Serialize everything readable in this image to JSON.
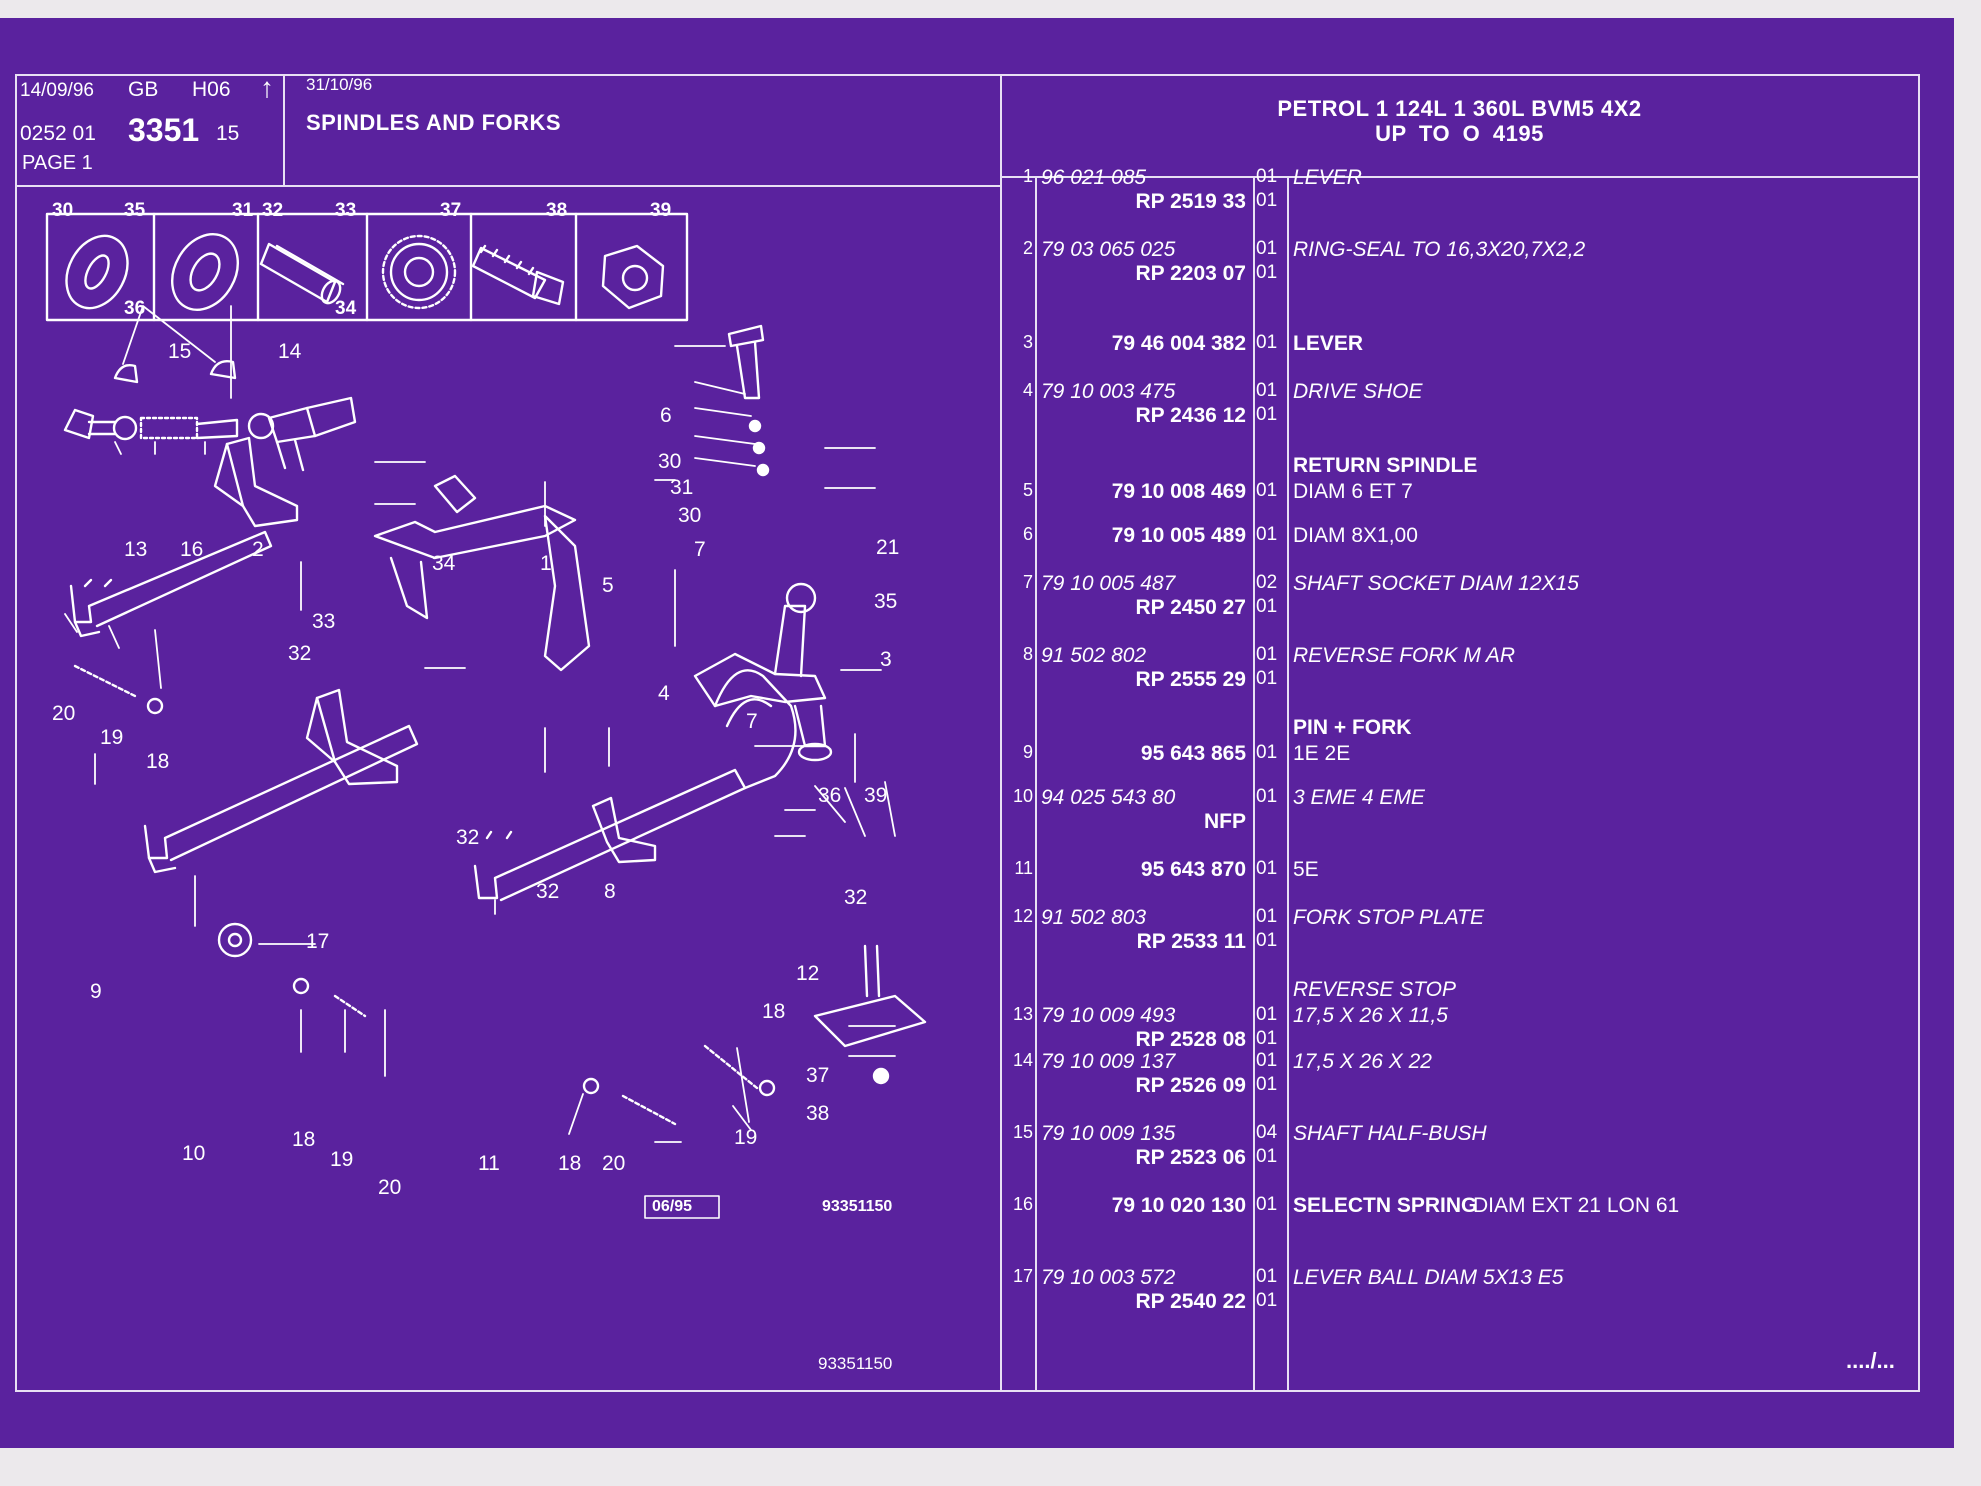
{
  "header": {
    "date1": "14/09/96",
    "lang": "GB",
    "code": "H06",
    "arrow": "↑",
    "date2": "31/10/96",
    "ref_a": "0252 01",
    "ref_b": "3351",
    "ref_c": "15",
    "page": "PAGE 1",
    "title": "SPINDLES AND FORKS",
    "right_line1": "PETROL 1 124L 1 360L BVM5 4X2",
    "right_line2": "UP TO O 4195"
  },
  "fastener_labels": [
    "30",
    "35",
    "36",
    "31",
    "32",
    "33",
    "34",
    "37",
    "38",
    "39"
  ],
  "callouts": [
    "15",
    "14",
    "13",
    "16",
    "2",
    "6",
    "30",
    "31",
    "30",
    "7",
    "21",
    "35",
    "34",
    "1",
    "33",
    "5",
    "4",
    "3",
    "32",
    "20",
    "19",
    "18",
    "7",
    "36",
    "39",
    "32",
    "17",
    "9",
    "32",
    "8",
    "32",
    "12",
    "18",
    "37",
    "38",
    "10",
    "18",
    "19",
    "20",
    "11",
    "18",
    "20",
    "19"
  ],
  "diagram_stamp": "06/95",
  "diagram_ref": "93351150",
  "footer_ref": "93351150",
  "continue_mark": "..../...",
  "rows": [
    {
      "n": "1",
      "ref": "96 021 085",
      "ref2": "RP 2519 33",
      "q": "01",
      "q2": "01",
      "des": "LEVER",
      "style": "i"
    },
    {
      "n": "2",
      "ref": "79 03 065 025",
      "ref2": "RP 2203 07",
      "q": "01",
      "q2": "01",
      "des": "RING-SEAL TO 16,3X20,7X2,2",
      "style": "i"
    },
    {
      "n": "3",
      "ref": "",
      "ref2": "79 46 004 382",
      "q": "01",
      "q2": "",
      "des": "LEVER",
      "style": "b"
    },
    {
      "n": "4",
      "ref": "79 10 003 475",
      "ref2": "RP 2436 12",
      "q": "01",
      "q2": "01",
      "des": "DRIVE SHOE",
      "style": "i"
    },
    {
      "n": "5",
      "ref": "",
      "ref2": "79 10 008 469",
      "q": "01",
      "q2": "",
      "head": "RETURN SPINDLE",
      "des": "DIAM 6 ET 7",
      "style": "n"
    },
    {
      "n": "6",
      "ref": "",
      "ref2": "79 10 005 489",
      "q": "01",
      "q2": "",
      "des": "DIAM 8X1,00",
      "style": "n"
    },
    {
      "n": "7",
      "ref": "79 10 005 487",
      "ref2": "RP 2450 27",
      "q": "02",
      "q2": "01",
      "des": "SHAFT SOCKET DIAM 12X15",
      "style": "i"
    },
    {
      "n": "8",
      "ref": "91 502 802",
      "ref2": "RP 2555 29",
      "q": "01",
      "q2": "01",
      "des": "REVERSE FORK M AR",
      "style": "i"
    },
    {
      "n": "9",
      "ref": "",
      "ref2": "95 643 865",
      "q": "01",
      "q2": "",
      "head": "PIN + FORK",
      "des": "1E 2E",
      "style": "n"
    },
    {
      "n": "10",
      "ref": "94 025 543 80",
      "ref2": "NFP",
      "q": "01",
      "q2": "",
      "des": "3 EME 4 EME",
      "style": "i"
    },
    {
      "n": "11",
      "ref": "",
      "ref2": "95 643 870",
      "q": "01",
      "q2": "",
      "des": "5E",
      "style": "n"
    },
    {
      "n": "12",
      "ref": "91 502 803",
      "ref2": "RP 2533 11",
      "q": "01",
      "q2": "01",
      "des": "FORK STOP PLATE",
      "style": "i"
    },
    {
      "n": "13",
      "ref": "79 10 009 493",
      "ref2": "RP 2528 08",
      "q": "01",
      "q2": "01",
      "headi": "REVERSE STOP",
      "des": "17,5 X 26 X 11,5",
      "style": "i"
    },
    {
      "n": "14",
      "ref": "79 10 009 137",
      "ref2": "RP 2526 09",
      "q": "01",
      "q2": "01",
      "des": "17,5 X 26 X 22",
      "style": "i"
    },
    {
      "n": "15",
      "ref": "79 10 009 135",
      "ref2": "RP 2523 06",
      "q": "04",
      "q2": "01",
      "des": "SHAFT HALF-BUSH",
      "style": "i"
    },
    {
      "n": "16",
      "ref": "",
      "ref2": "79 10 020 130",
      "q": "01",
      "q2": "",
      "desb": "SELECTN SPRING",
      "des": "DIAM EXT 21 LON 61",
      "style": "bn"
    },
    {
      "n": "17",
      "ref": "79 10 003 572",
      "ref2": "RP 2540 22",
      "q": "01",
      "q2": "01",
      "des": "LEVER BALL DIAM 5X13 E5",
      "style": "i"
    }
  ],
  "colors": {
    "sheet": "#5a229e",
    "ink": "#ffffff",
    "paper": "#ece9ec"
  }
}
